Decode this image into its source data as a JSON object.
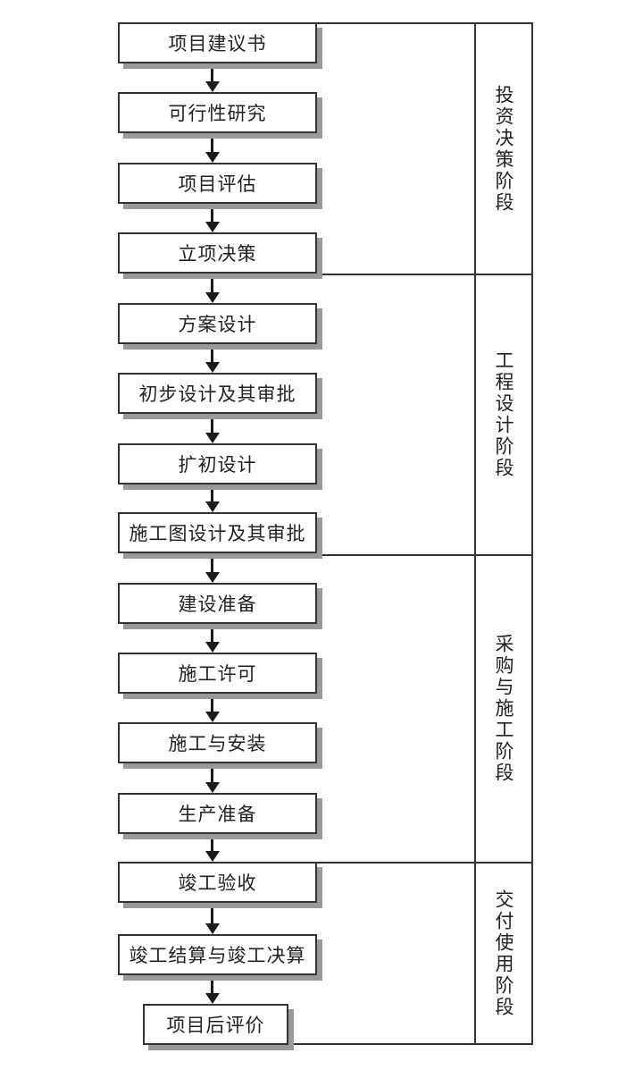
{
  "diagram": {
    "kind": "flowchart",
    "language": "zh-CN",
    "description_visible_text_only": true
  },
  "flow": {
    "steps": [
      {
        "label": "项目建议书"
      },
      {
        "label": "可行性研究"
      },
      {
        "label": "项目评估"
      },
      {
        "label": "立项决策"
      },
      {
        "label": "方案设计"
      },
      {
        "label": "初步设计及其审批"
      },
      {
        "label": "扩初设计"
      },
      {
        "label": "施工图设计及其审批"
      },
      {
        "label": "建设准备"
      },
      {
        "label": "施工许可"
      },
      {
        "label": "施工与安装"
      },
      {
        "label": "生产准备"
      },
      {
        "label": "竣工验收"
      },
      {
        "label": "竣工结算与竣工决算"
      },
      {
        "label": "项目后评价"
      }
    ]
  },
  "phases": [
    {
      "label": "投资决策阶段"
    },
    {
      "label": "工程设计阶段"
    },
    {
      "label": "采购与施工阶段"
    },
    {
      "label": "交付使用阶段"
    }
  ],
  "colors": {
    "line": "#333333",
    "arrow": "#1a1a1a",
    "shadow": "#999999",
    "text": "#222222",
    "background": "#ffffff"
  }
}
